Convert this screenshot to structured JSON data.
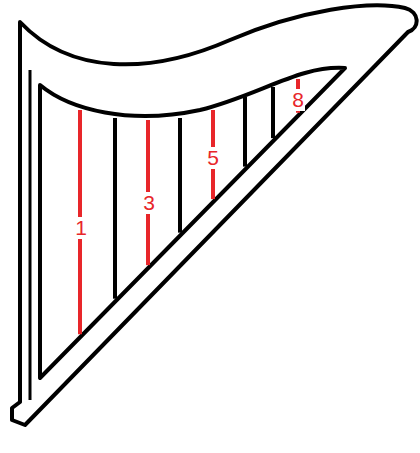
{
  "diagram": {
    "labels": [
      "1",
      "3",
      "5",
      "8"
    ]
  }
}
